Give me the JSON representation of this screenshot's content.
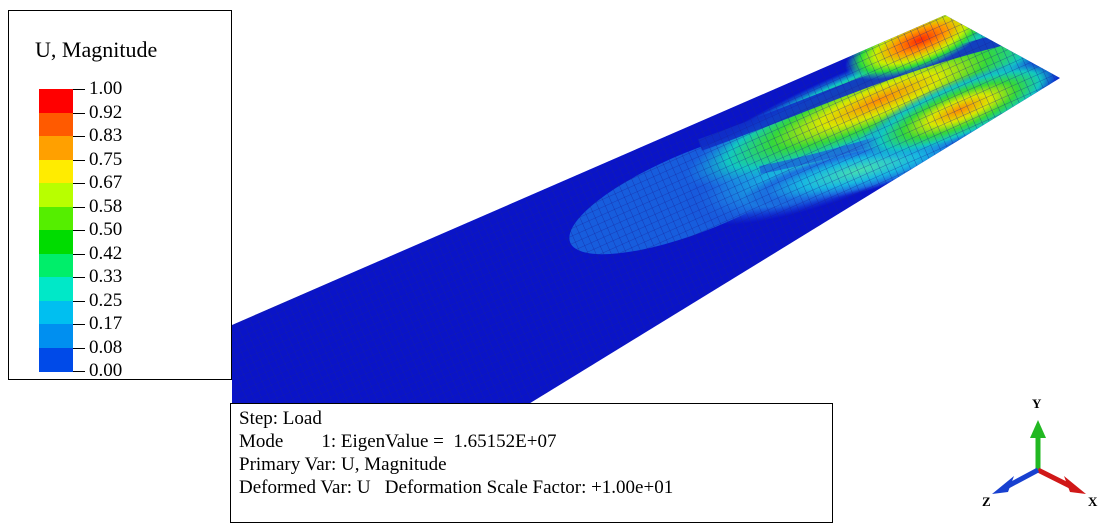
{
  "legend": {
    "title": "U, Magnitude",
    "entries": [
      {
        "label": "1.00",
        "color": "#ff0000"
      },
      {
        "label": "0.92",
        "color": "#ff5a00"
      },
      {
        "label": "0.83",
        "color": "#ffa000"
      },
      {
        "label": "0.75",
        "color": "#ffec00"
      },
      {
        "label": "0.67",
        "color": "#b8ff00"
      },
      {
        "label": "0.58",
        "color": "#55ee00"
      },
      {
        "label": "0.50",
        "color": "#00dc00"
      },
      {
        "label": "0.42",
        "color": "#00ee6a"
      },
      {
        "label": "0.33",
        "color": "#00e8c8"
      },
      {
        "label": "0.25",
        "color": "#00bff0"
      },
      {
        "label": "0.17",
        "color": "#008ff0"
      },
      {
        "label": "0.08",
        "color": "#004ae8"
      },
      {
        "label": "0.00",
        "color": "#0000ff"
      }
    ]
  },
  "info": {
    "step": "Step: Load",
    "mode": "Mode        1: EigenValue =  1.65152E+07",
    "primary_var": "Primary Var: U, Magnitude",
    "deformed_var": "Deformed Var: U   Deformation Scale Factor: +1.00e+01"
  },
  "triad": {
    "y_label": "Y",
    "x_label": "X",
    "z_label": "Z",
    "y_color": "#22b822",
    "x_color": "#d01818",
    "z_color": "#1840d0"
  },
  "model": {
    "base_color": "#0a14c8",
    "mesh_color": "#1a2aa8"
  }
}
